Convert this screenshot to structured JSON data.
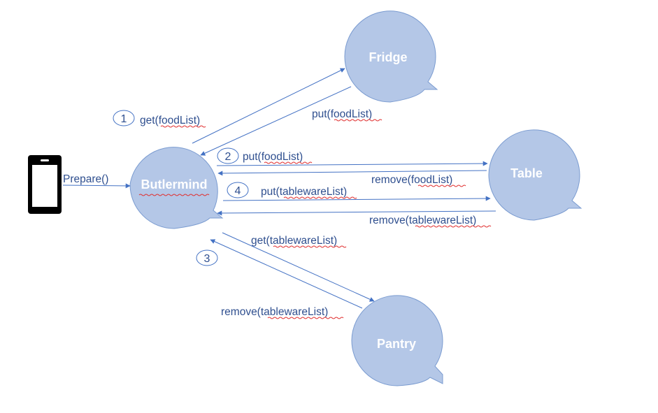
{
  "nodes": {
    "fridge": "Fridge",
    "table": "Table",
    "butlermind": "Butlermind",
    "pantry": "Pantry"
  },
  "edges": {
    "prepare": "Prepare()",
    "get_foodlist": "get(foodList)",
    "put_foodlist_fridge": "put(foodList)",
    "put_foodlist_table": "put(foodList)",
    "remove_foodlist": "remove(foodList)",
    "put_tablewarelist": "put(tablewareList)",
    "remove_tablewarelist_table": "remove(tablewareList)",
    "get_tablewarelist": "get(tablewareList)",
    "remove_tablewarelist_pantry": "remove(tablewareList)"
  },
  "steps": [
    "1",
    "2",
    "3",
    "4"
  ],
  "colors": {
    "bubble_fill": "#b4c7e7",
    "bubble_stroke": "#7a9bd0",
    "arrow": "#4472c4",
    "text": "#2f4f8f",
    "phone": "#000000"
  }
}
